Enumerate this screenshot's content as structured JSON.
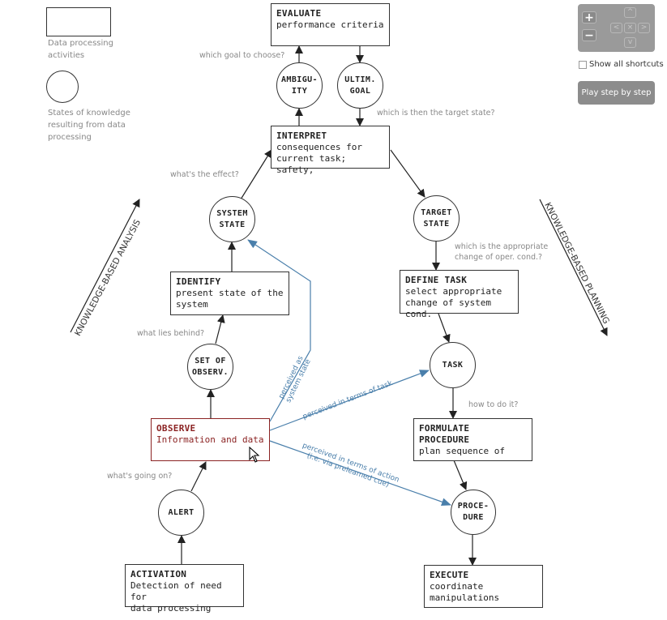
{
  "legend": {
    "box_label": "Data processing activities",
    "box_label_lines": [
      "Data processing",
      "activities"
    ],
    "circle_label_lines": [
      "States of knowledge",
      "resulting from data",
      "processing"
    ]
  },
  "controls": {
    "zoom_in": "+",
    "zoom_out": "−",
    "shortcuts_label": "Show all shortcuts",
    "shortcuts_checked": false,
    "play_label": "Play step by step",
    "arrow_up": "^",
    "arrow_left": "<",
    "arrow_center": "×",
    "arrow_right": ">",
    "arrow_down": "v"
  },
  "side_labels": {
    "left": "KNOWLEDGE-BASED ANALYSIS",
    "right": "KNOWLEDGE-BASED PLANNING"
  },
  "boxes": {
    "evaluate": {
      "title": "EVALUATE",
      "lines": [
        "performance criteria"
      ]
    },
    "interpret": {
      "title": "INTERPRET",
      "lines": [
        "consequences for",
        "current task; safety,"
      ]
    },
    "identify": {
      "title": "IDENTIFY",
      "lines": [
        "present state of the",
        "system"
      ]
    },
    "define_task": {
      "title": "DEFINE TASK",
      "lines": [
        "select appropriate",
        "change of system cond."
      ]
    },
    "observe": {
      "title": "OBSERVE",
      "lines": [
        "Information and data"
      ]
    },
    "formulate": {
      "title": "FORMULATE",
      "lines": [
        "PROCEDURE",
        "plan sequence of"
      ]
    },
    "activation": {
      "title": "ACTIVATION",
      "lines": [
        "Detection of need for",
        "data processing"
      ]
    },
    "execute": {
      "title": "EXECUTE",
      "lines": [
        "coordinate",
        "manipulations"
      ]
    }
  },
  "circles": {
    "ambiguity": [
      "AMBIGU-",
      "ITY"
    ],
    "ultim_goal": [
      "ULTIM.",
      "GOAL"
    ],
    "system_state": [
      "SYSTEM",
      "STATE"
    ],
    "target_state": [
      "TARGET",
      "STATE"
    ],
    "set_of_observ": [
      "SET OF",
      "OBSERV."
    ],
    "task": [
      "TASK"
    ],
    "alert": [
      "ALERT"
    ],
    "procedure": [
      "PROCE-",
      "DURE"
    ]
  },
  "questions": {
    "which_goal": "which goal to choose?",
    "which_target": "which is then the target state?",
    "whats_effect": "what's the effect?",
    "which_appropriate_1": "which is the appropriate",
    "which_appropriate_2": "change of oper. cond.?",
    "what_lies_behind": "what lies behind?",
    "how_to_do": "how to do it?",
    "whats_going_on": "what's going on?"
  },
  "shortcut_labels": {
    "system_state_1": "perceived as",
    "system_state_2": "system state",
    "task": "perceived in terms of task",
    "action_1": "perceived in terms of action",
    "action_2": "(i.e. via preleamed cue)"
  },
  "colors": {
    "shortcut_blue": "#4a7fab",
    "highlight_red": "#8b2323",
    "question_gray": "#888888",
    "panel_gray": "#9a9a9a"
  }
}
